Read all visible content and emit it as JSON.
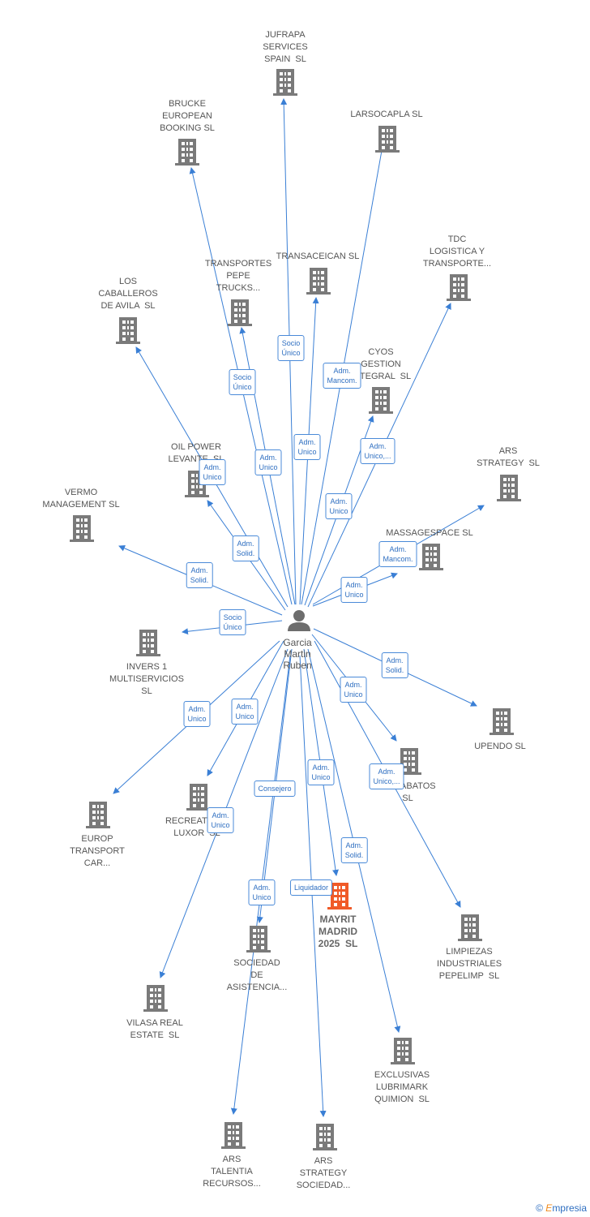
{
  "colors": {
    "edge": "#3a7fd5",
    "building": "#7a7a7a",
    "highlight": "#f05a28",
    "label_text": "#555555"
  },
  "center": {
    "label": "Garcia\nMartin\nRuben",
    "icon": "person-icon"
  },
  "nodes": [
    {
      "id": "jufrapa",
      "label": "JUFRAPA\nSERVICES\nSPAIN  SL"
    },
    {
      "id": "brucke",
      "label": "BRUCKE\nEUROPEAN\nBOOKING SL"
    },
    {
      "id": "larsocapla",
      "label": "LARSOCAPLA SL"
    },
    {
      "id": "tdc",
      "label": "TDC\nLOGISTICA Y\nTRANSPORTE..."
    },
    {
      "id": "transaceican",
      "label": "TRANSACEICAN SL"
    },
    {
      "id": "pepe",
      "label": "TRANSPORTES\nPEPE\nTRUCKS..."
    },
    {
      "id": "caballeros",
      "label": "LOS\nCABALLEROS\nDE AVILA  SL"
    },
    {
      "id": "cyos",
      "label": "CYOS\nGESTION\nINTEGRAL  SL"
    },
    {
      "id": "oilpower",
      "label": "OIL POWER\nLEVANTE  SL"
    },
    {
      "id": "ars_strategy",
      "label": "ARS\nSTRATEGY  SL"
    },
    {
      "id": "vermo",
      "label": "VERMO\nMANAGEMENT SL"
    },
    {
      "id": "massage",
      "label": "MASSAGESPACE SL"
    },
    {
      "id": "invers",
      "label": "INVERS 1\nMULTISERVICIOS\nSL"
    },
    {
      "id": "upendo",
      "label": "UPENDO SL"
    },
    {
      "id": "rabatos",
      "label": "CIFRABATOS\nSL"
    },
    {
      "id": "europ",
      "label": "EUROP\nTRANSPORT\nCAR..."
    },
    {
      "id": "recrea",
      "label": "RECREATIVOS\nLUXOR  SL"
    },
    {
      "id": "mayrit",
      "label": "MAYRIT\nMADRID\n2025  SL",
      "highlight": true
    },
    {
      "id": "limpiezas",
      "label": "LIMPIEZAS\nINDUSTRIALES\nPEPELIMP  SL"
    },
    {
      "id": "sociedad",
      "label": "SOCIEDAD\nDE\nASISTENCIA..."
    },
    {
      "id": "vilasa",
      "label": "VILASA REAL\nESTATE  SL"
    },
    {
      "id": "exclusivas",
      "label": "EXCLUSIVAS\nLUBRIMARK\nQUIMION  SL"
    },
    {
      "id": "ars_talentia",
      "label": "ARS\nTALENTIA\nRECURSOS..."
    },
    {
      "id": "ars_sociedad",
      "label": "ARS\nSTRATEGY\nSOCIEDAD..."
    }
  ],
  "relations": [
    {
      "target": "jufrapa",
      "label": "Socio\nÚnico"
    },
    {
      "target": "brucke",
      "label": "Socio\nÚnico"
    },
    {
      "target": "larsocapla",
      "label": "Adm.\nMancom."
    },
    {
      "target": "tdc",
      "label": "Adm.\nUnico,..."
    },
    {
      "target": "transaceican",
      "label": "Adm.\nUnico"
    },
    {
      "target": "pepe",
      "label": "Adm.\nUnico"
    },
    {
      "target": "caballeros",
      "label": "Adm.\nUnico"
    },
    {
      "target": "cyos",
      "label": "Adm.\nUnico"
    },
    {
      "target": "oilpower",
      "label": "Adm.\nSolid."
    },
    {
      "target": "vermo",
      "label": "Adm.\nSolid."
    },
    {
      "target": "ars_strategy",
      "label": "Adm.\nMancom."
    },
    {
      "target": "massage",
      "label": "Adm.\nUnico"
    },
    {
      "target": "invers",
      "label": "Socio\nÚnico"
    },
    {
      "target": "upendo",
      "label": "Adm.\nSolid."
    },
    {
      "target": "rabatos",
      "label": "Adm.\nUnico"
    },
    {
      "target": "europ",
      "label": "Adm.\nUnico"
    },
    {
      "target": "recrea",
      "label": "Adm.\nUnico"
    },
    {
      "target": "mayrit",
      "label": "Adm.\nUnico"
    },
    {
      "target": "limpiezas",
      "label": "Adm.\nUnico,..."
    },
    {
      "target": "sociedad",
      "label": "Consejero"
    },
    {
      "target": "vilasa",
      "label": "Adm.\nUnico"
    },
    {
      "target": "exclusivas",
      "label": "Adm.\nSolid."
    },
    {
      "target": "ars_talentia",
      "label": "Adm.\nUnico"
    },
    {
      "target": "ars_sociedad",
      "label": "Liquidador"
    }
  ],
  "brand": {
    "copyright": "©",
    "name_initial": "E",
    "name_rest": "mpresia"
  }
}
